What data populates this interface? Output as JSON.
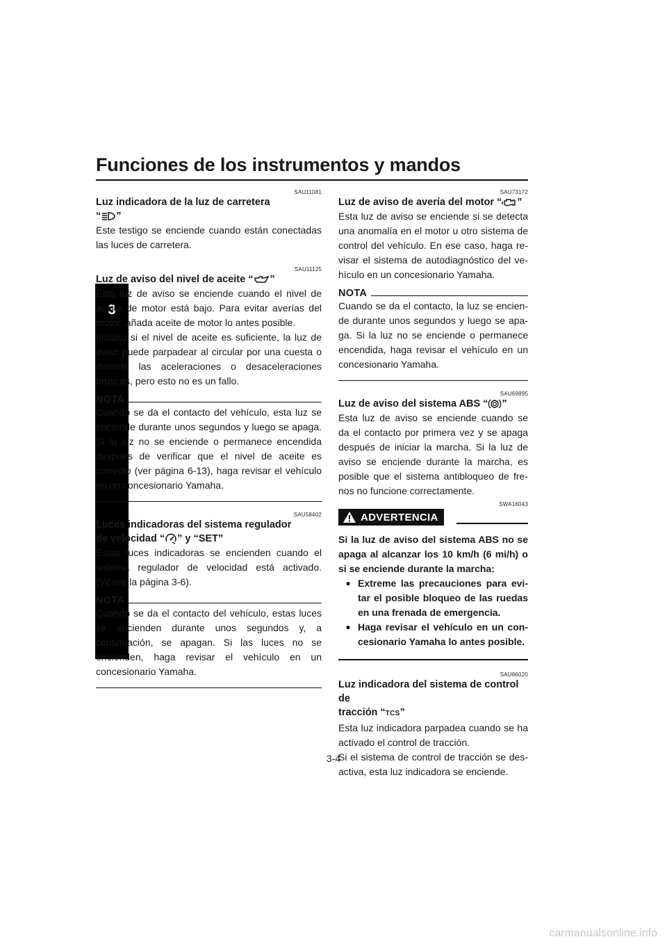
{
  "header": {
    "title": "Funciones de los instrumentos y mandos"
  },
  "chapter_tab": "3",
  "left": {
    "s1": {
      "code": "SAU11081",
      "heading_a": "Luz indicadora de la luz de carretera",
      "heading_b_open": "“",
      "heading_b_close": "”",
      "text": "Este testigo se enciende cuando están co­nectadas las luces de carretera."
    },
    "s2": {
      "code": "SAU11125",
      "heading_open": "Luz de aviso del nivel de aceite “",
      "heading_close": "”",
      "p1": "Esta luz de aviso se enciende cuando el ni­vel de aceite de motor está bajo. Para evitar averías del motor, añada aceite de motor lo antes posible.",
      "p2": "Incluso si el nivel de aceite es suficiente, la luz de aviso puede parpadear al circular por una cuesta o durante las aceleraciones o desaceleraciones bruscas, pero esto no es un fallo.",
      "nota_label": "NOTA",
      "nota": "Cuando se da el contacto del vehículo, esta luz se enciende durante unos segundos y luego se apaga. Si la luz no se enciende o permanece encendida después de verificar que el nivel de aceite es correcto (ver pági­na 6-13), haga revisar el vehículo en un concesionario Yamaha."
    },
    "s3": {
      "code": "SAU58402",
      "heading_a": "Luces indicadoras del sistema regulador",
      "heading_b_open": "de velocidad “",
      "heading_b_close": "” y “SET”",
      "text": "Estas luces indicadoras se encienden cuando el sistema regulador de velocidad está activado. (Véase la página 3-6).",
      "nota_label": "NOTA",
      "nota": "Cuando se da el contacto del vehículo, es­tas luces se encienden durante unos se­gundos y, a continuación, se apagan. Si las luces no se encienden, haga revisar el vehí­culo en un concesionario Yamaha."
    }
  },
  "right": {
    "s4": {
      "code": "SAU73172",
      "heading_open": "Luz de aviso de avería del motor “",
      "heading_close": "”",
      "text": "Esta luz de aviso se enciende si se detecta una anomalía en el motor u otro sistema de control del vehículo. En ese caso, haga re­visar el sistema de autodiagnóstico del ve­hículo en un concesionario Yamaha.",
      "nota_label": "NOTA",
      "nota": "Cuando se da el contacto, la luz se encien­de durante unos segundos y luego se apa­ga. Si la luz no se enciende o permanece encendida, haga revisar el vehículo en un concesionario Yamaha."
    },
    "s5": {
      "code": "SAU69895",
      "heading_open": "Luz de aviso del sistema ABS “",
      "heading_close": "”",
      "text": "Esta luz de aviso se enciende cuando se da el contacto por primera vez y se apaga después de iniciar la marcha. Si la luz de aviso se enciende durante la marcha, es posible que el sistema antibloqueo de fre­nos no funcione correctamente.",
      "warn_code": "SWA16043",
      "warn_label": "ADVERTENCIA",
      "warn_text": "Si la luz de aviso del sistema ABS no se apaga al alcanzar los 10 km/h (6 mi/h) o si se enciende durante la marcha:",
      "bullets": [
        "Extreme las precauciones para evi­tar el posible bloqueo de las ruedas en una frenada de emergencia.",
        "Haga revisar el vehículo en un con­cesionario Yamaha lo antes posi­ble."
      ]
    },
    "s6": {
      "code": "SAU86020",
      "heading_a": "Luz indicadora del sistema de control de",
      "heading_b_open": "tracción “",
      "heading_b_icon": "TCS",
      "heading_b_close": "”",
      "p1": "Esta luz indicadora parpadea cuando se ha activado el control de tracción.",
      "p2": "Si el sistema de control de tracción se des­activa, esta luz indicadora se enciende."
    }
  },
  "footer": {
    "page": "3-4",
    "watermark": "carmanualsonline.info"
  }
}
